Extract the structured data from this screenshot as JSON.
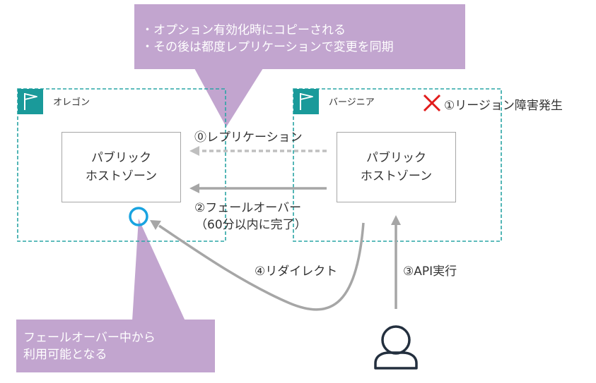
{
  "callouts": {
    "top": [
      "・オプション有効化時にコピーされる",
      "・その後は都度レプリケーションで変更を同期"
    ],
    "bottom": [
      "フェールオーバー中から",
      "利用可能となる"
    ]
  },
  "regions": {
    "oregon": {
      "label": "オレゴン",
      "zone": [
        "パブリック",
        "ホストゾーン"
      ]
    },
    "virginia": {
      "label": "バージニア",
      "zone": [
        "パブリック",
        "ホストゾーン"
      ]
    }
  },
  "labels": {
    "failure": "①リージョン障害発生",
    "replication": "⓪レプリケーション",
    "failover": "②フェールオーバー",
    "failover_time": "（60分以内に完了）",
    "api": "③API実行",
    "redirect": "④リダイレクト"
  },
  "colors": {
    "callout": "#c2a5cf",
    "region_border": "#2aa5a5",
    "flag_bg": "#1a9a9a",
    "arrow": "#a6a6a6",
    "cross": "#e21b1b",
    "circle": "#19a3e0",
    "user_icon": "#232f3e"
  },
  "icons": [
    "flag-icon",
    "cross-icon",
    "circle-icon",
    "user-icon"
  ]
}
